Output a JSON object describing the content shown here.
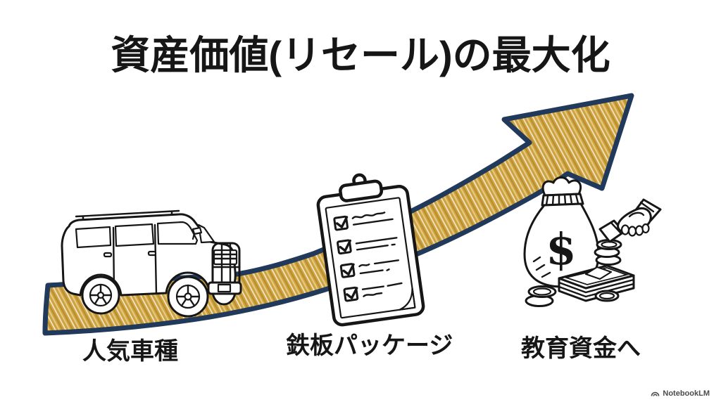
{
  "title": "資産価値(リセール)の最大化",
  "stages": [
    {
      "label": "人気車種",
      "icon": "suv-car-icon"
    },
    {
      "label": "鉄板パッケージ",
      "icon": "checklist-clipboard-icon"
    },
    {
      "label": "教育資金へ",
      "icon": "money-bag-icon"
    }
  ],
  "money": {
    "symbol": "$"
  },
  "scene": {
    "arrow": "upward-trend-arrow",
    "extra_icons": [
      "handshake-icon",
      "banknote-stack-icon",
      "coin-stack-icon"
    ]
  },
  "watermark": {
    "brand": "NotebookLM"
  },
  "colors": {
    "arrow_gold": "#CDA23E",
    "arrow_gold_light": "#E4C981",
    "arrow_gold_dark": "#B5892B",
    "arrow_navy": "#21395B",
    "ink": "#161616",
    "background": "#FFFFFF",
    "watermark_gray": "#4a4a4a"
  }
}
